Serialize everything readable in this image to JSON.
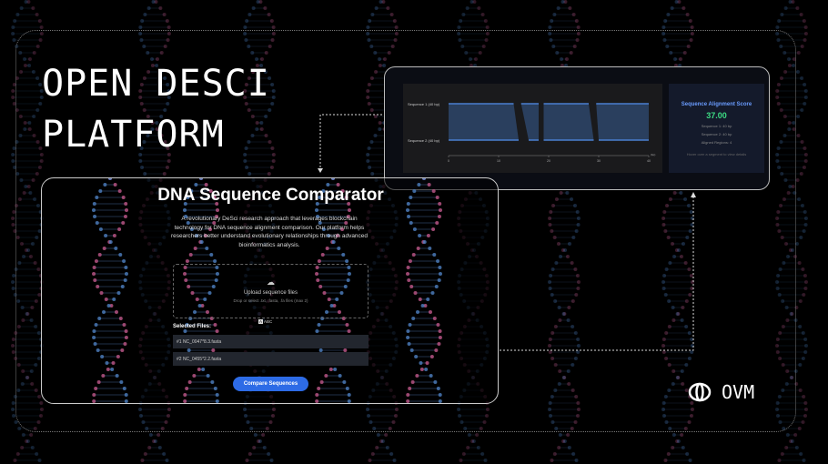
{
  "hero": {
    "title_line1": "OPEN DESCI",
    "title_line2": "PLATFORM"
  },
  "chart_panel": {
    "seq1_label": "Sequence 1 (40 bp)",
    "seq2_label": "Sequence 2 (40 bp)",
    "axis_ticks": [
      "0",
      "10",
      "20",
      "30",
      "40"
    ],
    "axis_unit": "(bp)",
    "aligned_segments": [
      [
        0,
        13,
        0,
        14
      ],
      [
        14.5,
        18,
        16,
        18
      ],
      [
        19,
        28,
        19,
        29
      ],
      [
        29.5,
        40,
        30,
        40
      ]
    ],
    "score_title": "Sequence Alignment Score",
    "score_value": "37.00",
    "seq1_info": "Sequence 1: 40 bp",
    "seq2_info": "Sequence 2: 40 bp",
    "aligned_info": "Aligned Regions: 4",
    "hint": "Hover over a segment to view details"
  },
  "app": {
    "title": "DNA Sequence Comparator",
    "description": "A revolutionary DeSci research approach that leverages blockchain technology for DNA sequence alignment comparison. Our platform helps researchers better understand evolutionary relationships through advanced bioinformatics analysis.",
    "upload_title": "Upload sequence files",
    "upload_hint": "Drop or select .txt, .fasta, .fa files (max 2)",
    "drag_label": "ABC",
    "selected_label": "Selected Files:",
    "files": [
      "#1  NC_0047*8.3.fasta",
      "#2  NC_0455*2.2.fasta"
    ],
    "compare_button": "Compare Sequences"
  },
  "brand": {
    "name": "OVM"
  },
  "colors": {
    "accent": "#2d6be6",
    "score": "#3ddc84",
    "bar": "#4a7fd0",
    "dna_pink": "#c0588a",
    "dna_blue": "#4d7fc0"
  }
}
